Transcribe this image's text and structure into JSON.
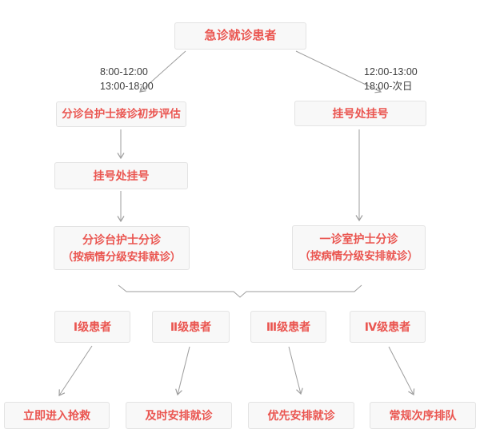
{
  "diagram": {
    "type": "flowchart",
    "colors": {
      "node_background": "#f8f8f8",
      "node_border": "#e3e3e3",
      "node_text_red": "#ea5550",
      "time_label_text": "#3c3c3c",
      "connector_gray": "#9e9e9e"
    },
    "nodes": {
      "start": {
        "label": "急诊就诊患者"
      },
      "left_assess": {
        "label": "分诊台护士接诊初步评估"
      },
      "right_register": {
        "label": "挂号处挂号"
      },
      "left_register": {
        "label": "挂号处挂号"
      },
      "left_triage": {
        "line1": "分诊台护士分诊",
        "line2": "（按病情分级安排就诊）"
      },
      "right_triage": {
        "line1": "一诊室护士分诊",
        "line2": "（按病情分级安排就诊）"
      },
      "level1": {
        "label": "Ⅰ级患者"
      },
      "level2": {
        "label": "Ⅱ级患者"
      },
      "level3": {
        "label": "Ⅲ级患者"
      },
      "level4": {
        "label": "Ⅳ级患者"
      },
      "action1": {
        "label": "立即进入抢救"
      },
      "action2": {
        "label": "及时安排就诊"
      },
      "action3": {
        "label": "优先安排就诊"
      },
      "action4": {
        "label": "常规次序排队"
      }
    },
    "time_labels": {
      "left": {
        "line1": "8:00-12:00",
        "line2": "13:00-18:00"
      },
      "right": {
        "line1": "12:00-13:00",
        "line2": "18:00-次日"
      }
    }
  }
}
